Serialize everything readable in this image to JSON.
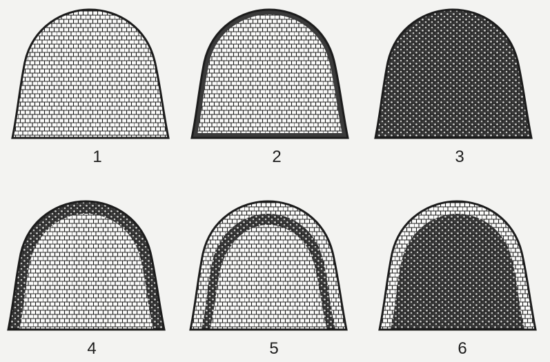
{
  "panels": [
    {
      "label": "1",
      "variant": "clear"
    },
    {
      "label": "2",
      "variant": "dark-rim-thin"
    },
    {
      "label": "3",
      "variant": "all-dark"
    },
    {
      "label": "4",
      "variant": "dark-rim-thick"
    },
    {
      "label": "5",
      "variant": "subsurface-dark-band"
    },
    {
      "label": "6",
      "variant": "clear-rim-dark-core"
    }
  ],
  "colors": {
    "background": "#f3f3f1",
    "ink": "#1c1c1c",
    "dark_fill": "#3a3a3a"
  }
}
